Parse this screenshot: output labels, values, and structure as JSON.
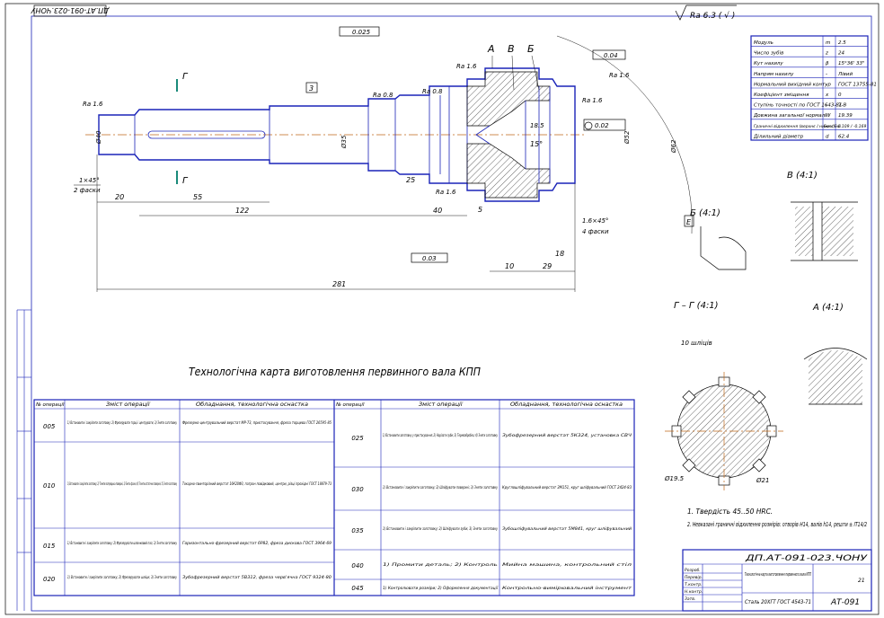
{
  "stamp_code": "ДП.АТ-091-023.ЧОНУ",
  "roughness": "Ra 6.3 ( √ )",
  "params": [
    {
      "name": "Модуль",
      "sym": "m",
      "val": "2.5"
    },
    {
      "name": "Число зубів",
      "sym": "z",
      "val": "24"
    },
    {
      "name": "Кут нахилу",
      "sym": "β",
      "val": "15°36' 33\""
    },
    {
      "name": "Напрям нахилу",
      "sym": "-",
      "val": "Лівий"
    },
    {
      "name": "Нормальний вихідний контур",
      "sym": "-",
      "val": "ГОСТ 13755-81"
    },
    {
      "name": "Коефіцієнт зміщення",
      "sym": "x",
      "val": "0"
    },
    {
      "name": "Ступінь точності по ГОСТ 1643-81",
      "sym": "-",
      "val": "7-В"
    },
    {
      "name": "Довжина загальної нормалі",
      "sym": "W",
      "val": "19.39"
    },
    {
      "name": "Граничні відхилення (верхнє / нижнє)",
      "sym": "Ews / Ewi",
      "val": "-0.109 / -0.169"
    },
    {
      "name": "Ділильний діаметр",
      "sym": "d",
      "val": "62.4"
    }
  ],
  "section_labels": {
    "a": "А",
    "b": "В",
    "c": "Б"
  },
  "view_titles": {
    "b_detail": "Б (4:1)",
    "v_detail": "В (4:1)",
    "g_section": "Г – Г (4:1)",
    "a_detail": "А (4:1)",
    "g_mark": "Г"
  },
  "dims": {
    "overall": "281",
    "d20": "20",
    "d55": "55",
    "d122": "122",
    "d40": "40",
    "d25": "25",
    "d10": "10",
    "d29": "29",
    "d18": "18",
    "d5": "5",
    "diam40": "Ø40",
    "diam35": "Ø35",
    "diam52": "Ø52",
    "diam62": "Ø62",
    "chamfer1": "1×45°",
    "chamfer1_note": "2 фаски",
    "chamfer2": "1.6×45°",
    "chamfer2_note": "4 фаски",
    "angle": "15°",
    "d185": "18.5",
    "splines": "10 шліців",
    "spline_dia": "Ø19.5",
    "r21": "Ø21",
    "runout1": "0.025",
    "runout2": "0.03",
    "runout3": "0.04",
    "tolerance": "0.02",
    "ra16": "Ra 1.6",
    "ra08": "Ra 0.8",
    "datum_e": "Е",
    "datum_3": "3"
  },
  "notes": [
    "1. Твердість 45..50 HRC.",
    "2. Невказані граничні відхилення розмірів: отворів H14, валів h14, решти ± IT14/2"
  ],
  "card_title": "Технологічна карта виготовлення первинного вала КПП",
  "table_headers": [
    "№ операції",
    "Зміст операції",
    "Обладнання, технологічна оснастка"
  ],
  "operations_left": [
    {
      "no": "005",
      "content": "1) Встановити і закріпити заготовку; 2) Фрезерувати торці і центрувати; 3) Зняти заготовку",
      "equip": "Фрезерно-центрувальний верстат МР-73, пристосування, фреза торцева ГОСТ 26595-85"
    },
    {
      "no": "010",
      "content": "1) Встановити і закріпити заготовку; 2) Точити попередньо поверхні; 3) Зняти фаски; 4) Точити остаточно поверхні; 5) Зняти заготовку",
      "equip": "Токарно-гвинторізний верстат 16К20Ф3, патрон повідковий, центри, різці прохідні ГОСТ 18879-73"
    },
    {
      "no": "015",
      "content": "1) Встановити і закріпити заготовку; 2) Фрезерувати шпонковий паз; 3) Зняти заготовку",
      "equip": "Горизонтально-фрезерний верстат 6Р82, фреза дискова ГОСТ 3964-69"
    },
    {
      "no": "020",
      "content": "1) Встановити і закріпити заготовку; 2) Фрезерувати шліци; 3) Зняти заготовку",
      "equip": "Зубофрезерний верстат 5В312, фреза черв'ячна ГОСТ 9324-80"
    }
  ],
  "operations_right": [
    {
      "no": "025",
      "content": "1) Встановити заготовку у пристосування; 2) Нарізати зуби; 3) Термообробка; 4) Зняти заготовку",
      "equip": "Зубофрезерний верстат 5К324, установка СВЧ"
    },
    {
      "no": "030",
      "content": "1) Встановити і закріпити заготовку; 2) Шліфувати поверхні; 3) Зняти заготовку",
      "equip": "Круглошліфувальний верстат 3М151, круг шліфувальний ГОСТ 2424-83"
    },
    {
      "no": "035",
      "content": "1) Встановити і закріпити заготовку; 2) Шліфувати зуби; 3) Зняти заготовку",
      "equip": "Зубошліфувальний верстат 5М841, круг шліфувальний"
    },
    {
      "no": "040",
      "content": "1) Промити деталь; 2) Контроль",
      "equip": "Мийна машина, контрольний стіл"
    },
    {
      "no": "045",
      "content": "1) Контролювати розміри; 2) Оформлення документації",
      "equip": "Контрольно-вимірювальний інструмент"
    }
  ],
  "title_block": {
    "code": "ДП.АТ-091-023.ЧОНУ",
    "name": "Технологічна карта виготовлення первинного вала КПП",
    "material": "Сталь 20ХГТ ГОСТ 4543-71",
    "sheet_count": "21",
    "org": "АТ-091",
    "roles": [
      "Розроб.",
      "Перевір.",
      "Т.контр.",
      "Н.контр.",
      "Затв."
    ]
  }
}
